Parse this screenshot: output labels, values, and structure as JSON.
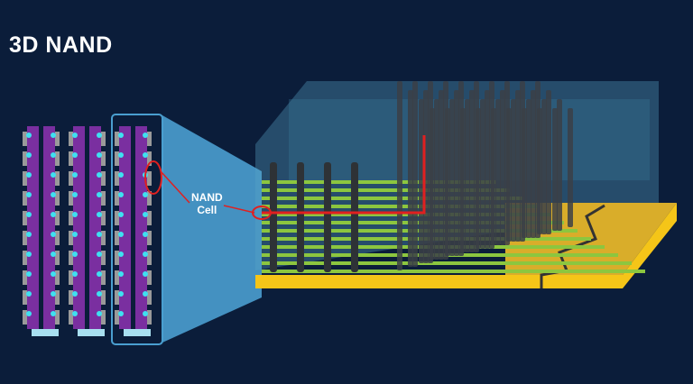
{
  "title": "3D NAND",
  "annotation": {
    "line1": "NAND",
    "line2": "Cell"
  },
  "colors": {
    "background": "#0b1d3a",
    "highlight_box": "#4a9fd0",
    "projection": "#4a9fd0",
    "channel": "#7a2fa0",
    "cell": "#3fe0f0",
    "layer_green": "#8cc63f",
    "substrate": "#f5c518",
    "pillar": "#2e3236",
    "callout": "#e02020"
  },
  "left_diagram": {
    "string_pairs": 3,
    "cells_per_string": 10
  },
  "right_diagram": {
    "front_pillars": 4
  }
}
